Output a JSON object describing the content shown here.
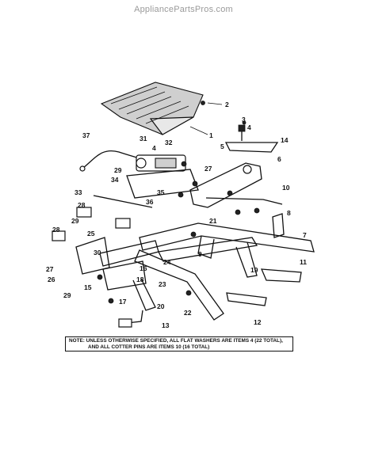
{
  "watermark": "AppliancePartsPros.com",
  "note": {
    "line1": "NOTE: UNLESS OTHERWISE SPECIFIED, ALL FLAT WASHERS ARE ITEMS 4 (22 TOTAL),",
    "line2": "AND ALL COTTER PINS ARE ITEMS 10 (16 TOTAL)"
  },
  "callouts": [
    "2",
    "1",
    "3",
    "4",
    "5",
    "14",
    "6",
    "37",
    "31",
    "4",
    "32",
    "29",
    "34",
    "27",
    "33",
    "36",
    "35",
    "28",
    "29",
    "28",
    "25",
    "26",
    "27",
    "29",
    "15",
    "30",
    "9",
    "10",
    "8",
    "7",
    "11",
    "12",
    "13",
    "20",
    "17",
    "16",
    "18",
    "23",
    "24",
    "22",
    "21",
    "19"
  ]
}
